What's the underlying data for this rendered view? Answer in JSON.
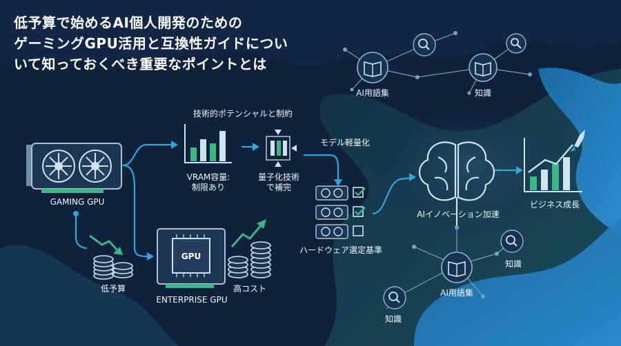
{
  "title_lines": [
    "低予算で始めるAI個人開発のための",
    "ゲーミングGPU活用と互換性ガイドについ",
    "いて知っておくべき重要なポイントとは"
  ],
  "labels": {
    "gaming_gpu": "GAMING GPU",
    "low_budget": "低予算",
    "enterprise_gpu": "ENTERPRISE GPU",
    "high_cost": "高コスト",
    "tech_potential": "技術的ポテンシャルと制約",
    "vram_line1": "VRAM容量:",
    "vram_line2": "制限あり",
    "quant_line1": "量子化技術",
    "quant_line2": "で補完",
    "model_light": "モデル軽量化",
    "hardware_select": "ハードウェア選定基準",
    "ai_innovation": "AIイノベーション加速",
    "business_growth": "ビジネス成長",
    "ai_glossary_top": "AI用語集",
    "knowledge_top": "知識",
    "ai_glossary_bottom": "AI用語集",
    "knowledge_right": "知識",
    "knowledge_left": "知識",
    "gpu_chip": "GPU"
  },
  "colors": {
    "background": "#10213b",
    "accent_cyan": "#2fa6dc",
    "accent_teal": "#2f9a8e",
    "accent_green": "#3fb58a",
    "icon_light": "#cfe3ef",
    "wave_teal": "#1d4e63",
    "wave_blue": "#1e5fa0"
  },
  "checklist": [
    true,
    true,
    false
  ]
}
